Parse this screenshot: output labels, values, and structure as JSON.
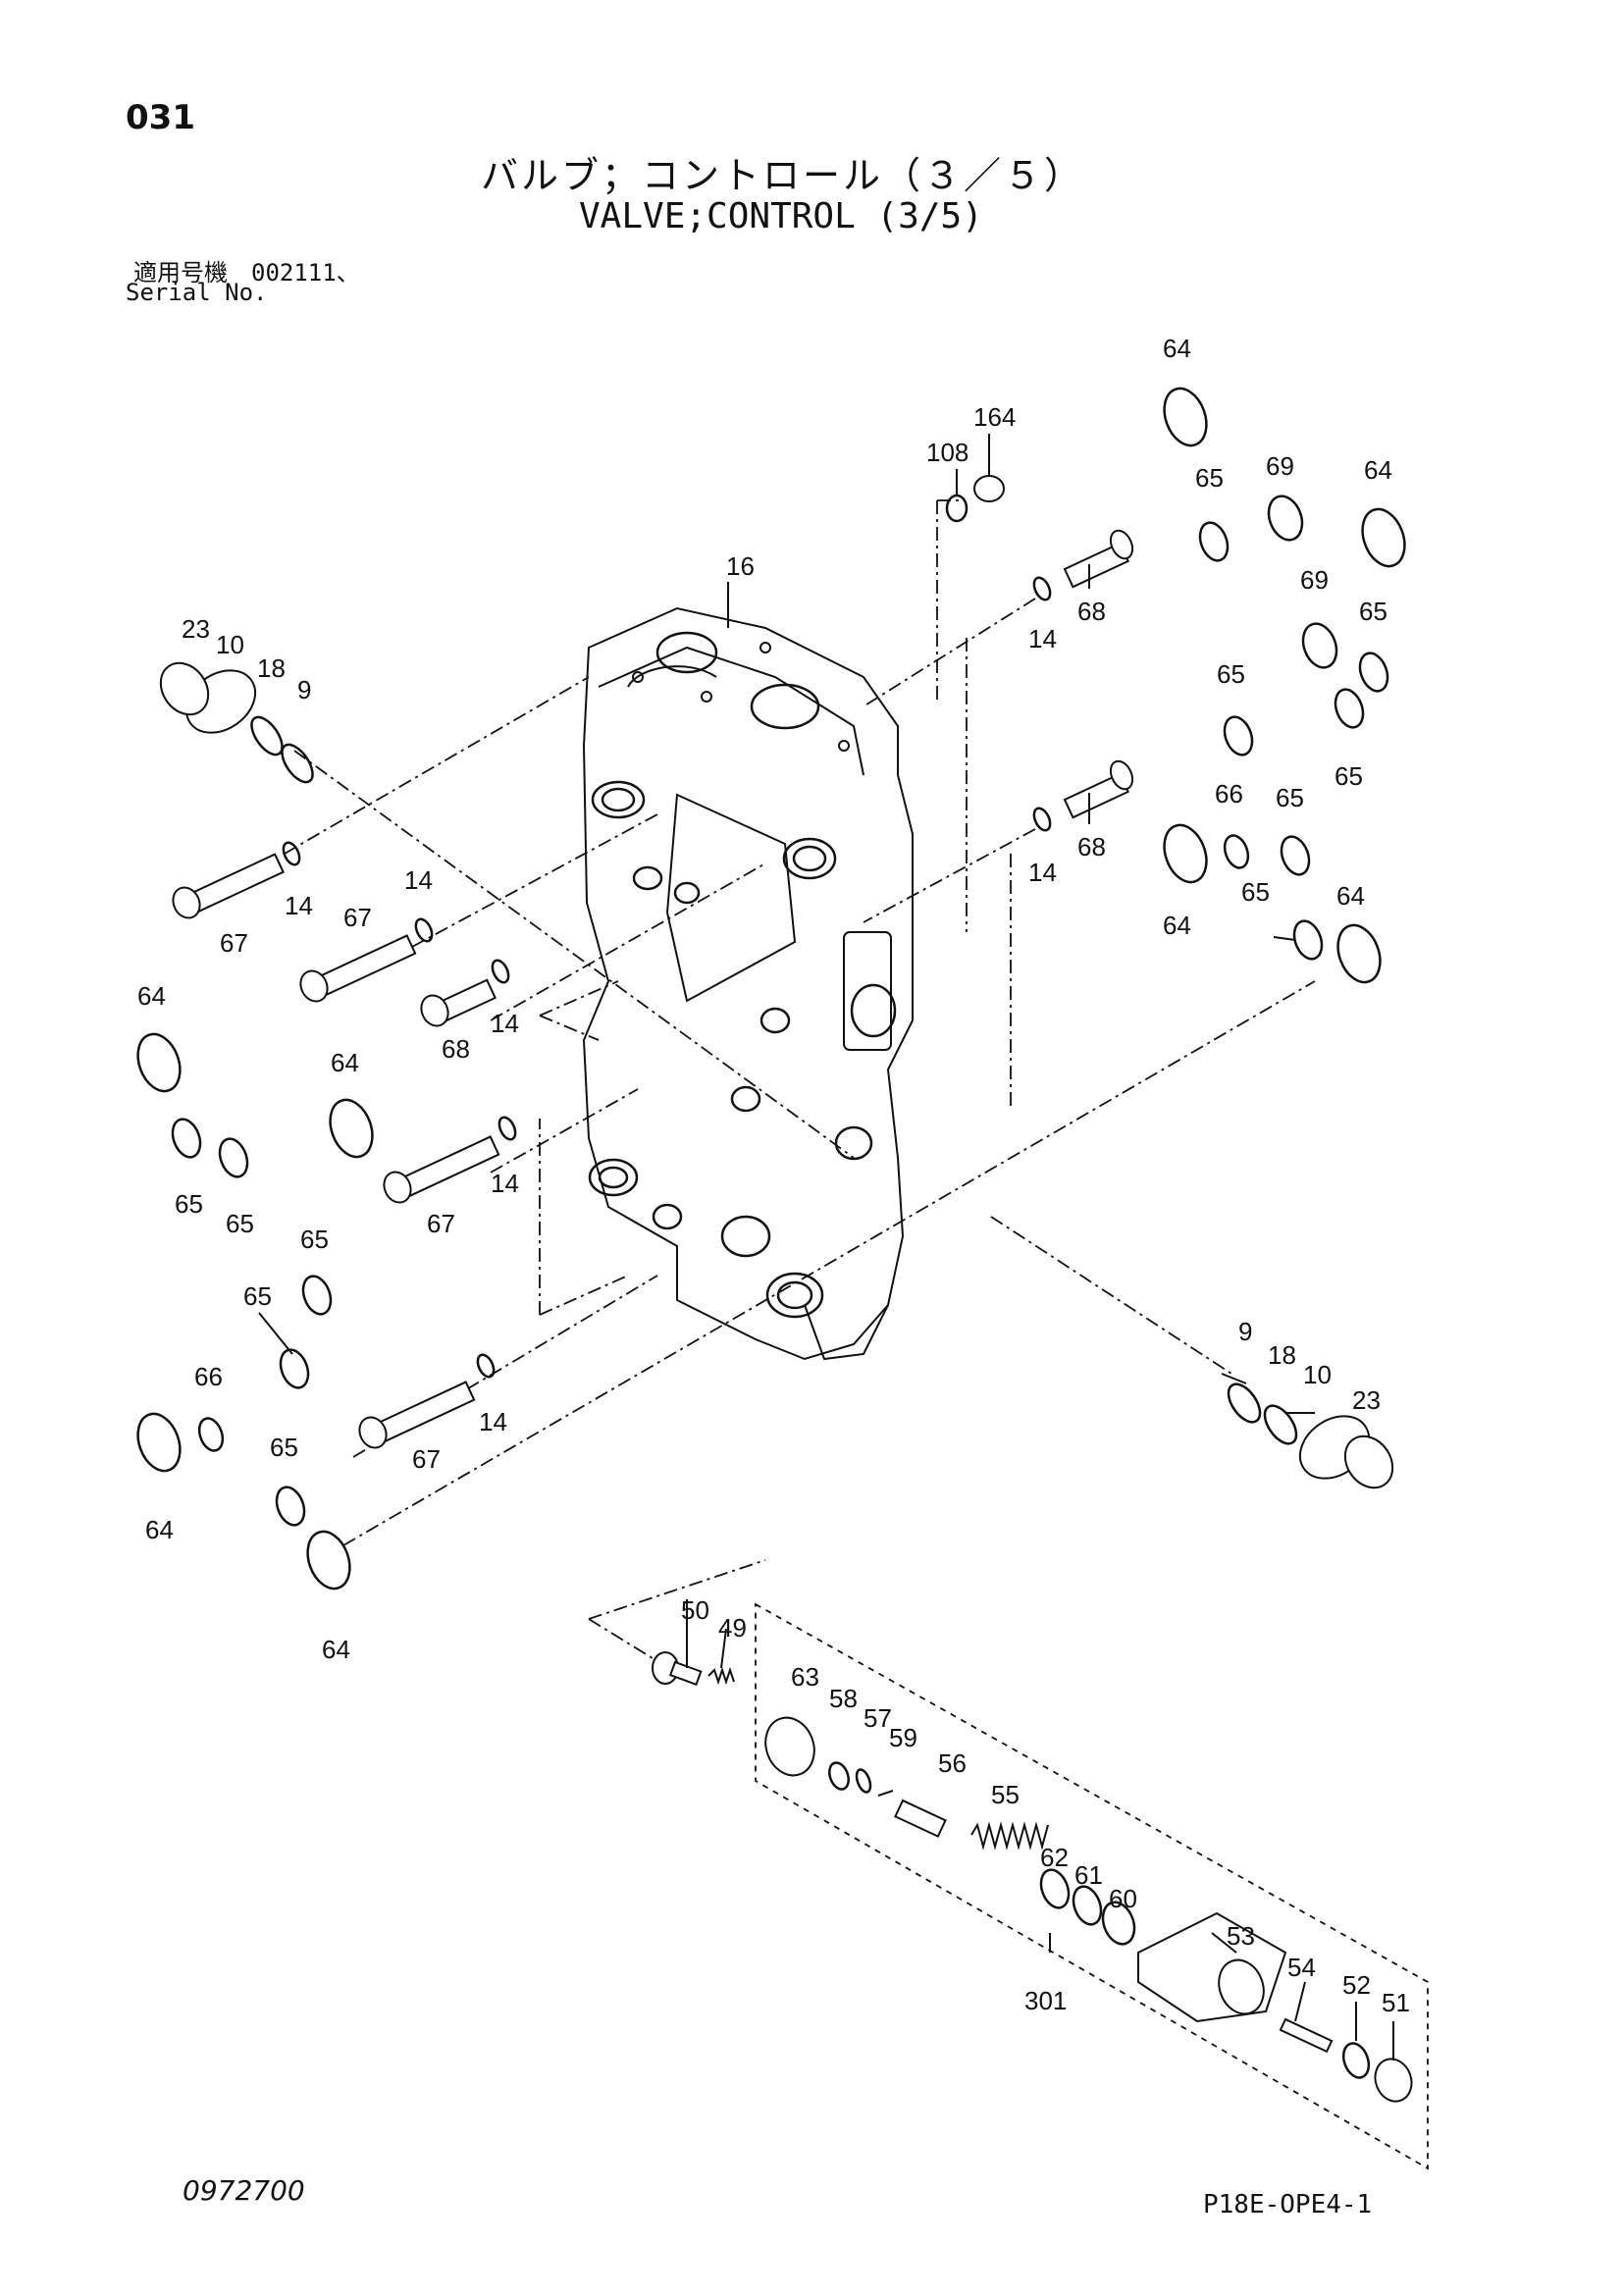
{
  "header": {
    "page_number": "031",
    "title_jp": "バルブ；コントロール（３／５）",
    "title_en": "VALVE;CONTROL (3/5)",
    "serial_label_jp": "適用号機",
    "serial_value": "002111、",
    "serial_label_en": "Serial No."
  },
  "footer": {
    "doc_number": "0972700",
    "drawing_code": "P18E-OPE4-1"
  },
  "callouts": {
    "c164": "164",
    "c108": "108",
    "c16": "16",
    "c23a": "23",
    "c10a": "10",
    "c18a": "18",
    "c9a": "9",
    "c14a": "14",
    "c68a": "68",
    "c14b": "14",
    "c68b": "68",
    "c67a": "67",
    "c14c": "14",
    "c67b": "67",
    "c14d": "14",
    "c68c": "68",
    "c14e": "14",
    "c67c": "67",
    "c14f": "14",
    "c67d": "67",
    "c14g": "14",
    "c64a": "64",
    "c65a": "65",
    "c69a": "69",
    "c64b": "64",
    "c69b": "69",
    "c65b": "65",
    "c65c": "65",
    "c65d": "65",
    "c66a": "66",
    "c65e": "65",
    "c64c": "64",
    "c65f": "65",
    "c64d": "64",
    "c64e": "64",
    "c65g": "65",
    "c65h": "65",
    "c64f": "64",
    "c65i": "65",
    "c65j": "65",
    "c66b": "66",
    "c64g": "64",
    "c65k": "65",
    "c64h": "64",
    "c9b": "9",
    "c18b": "18",
    "c10b": "10",
    "c23b": "23",
    "c50": "50",
    "c49": "49",
    "c63": "63",
    "c58": "58",
    "c57": "57",
    "c59": "59",
    "c56": "56",
    "c55": "55",
    "c62": "62",
    "c61": "61",
    "c60": "60",
    "c53": "53",
    "c54": "54",
    "c52": "52",
    "c51": "51",
    "c301": "301"
  }
}
